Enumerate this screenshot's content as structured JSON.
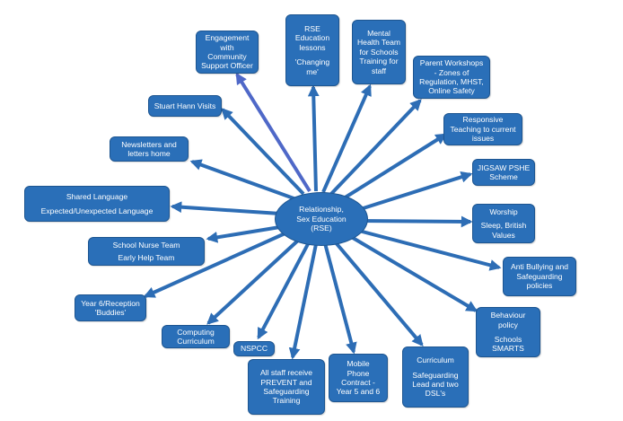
{
  "hub": {
    "lines": [
      "Relationship,",
      "Sex Education",
      "(RSE)"
    ]
  },
  "nodes": {
    "engagement": [
      "Engagement",
      "with",
      "Community",
      "Support Officer"
    ],
    "rse_lessons": [
      "RSE",
      "Education",
      "lessons",
      "",
      "'Changing",
      "me'"
    ],
    "mental_health": [
      "Mental",
      "Health Team",
      "for Schools",
      "Training for",
      "staff"
    ],
    "parent_workshops": [
      "Parent Workshops",
      "- Zones of",
      "Regulation, MHST,",
      "Online Safety"
    ],
    "stuart_hann": [
      "Stuart Hann Visits"
    ],
    "responsive": [
      "Responsive",
      "Teaching to current",
      "issues"
    ],
    "newsletters": [
      "Newsletters and",
      "letters home"
    ],
    "jigsaw": [
      "JIGSAW PSHE",
      "Scheme"
    ],
    "shared_language": [
      "Shared Language",
      "",
      "Expected/Unexpected Language"
    ],
    "worship": [
      "Worship",
      "",
      "Sleep, British",
      "Values"
    ],
    "school_nurse": [
      "School Nurse Team",
      "",
      "Early Help Team"
    ],
    "anti_bullying": [
      "Anti Bullying and",
      "Safeguarding",
      "policies"
    ],
    "year6": [
      "Year 6/Reception",
      "'Buddies'"
    ],
    "behaviour": [
      "Behaviour",
      "policy",
      "",
      "Schools",
      "SMARTS"
    ],
    "computing": [
      "Computing",
      "Curriculum"
    ],
    "nspcc": [
      "NSPCC"
    ],
    "all_staff": [
      "All staff receive",
      "PREVENT and",
      "Safeguarding",
      "Training"
    ],
    "mobile": [
      "Mobile",
      "Phone",
      "Contract -",
      "Year 5 and 6"
    ],
    "curriculum": [
      "Curriculum",
      "",
      "Safeguarding",
      "Lead and two",
      "DSL's"
    ]
  },
  "colors": {
    "box": "#2a6fb8",
    "arrow": "#2d6db5",
    "arrow_highlight": "#4f68c8"
  }
}
